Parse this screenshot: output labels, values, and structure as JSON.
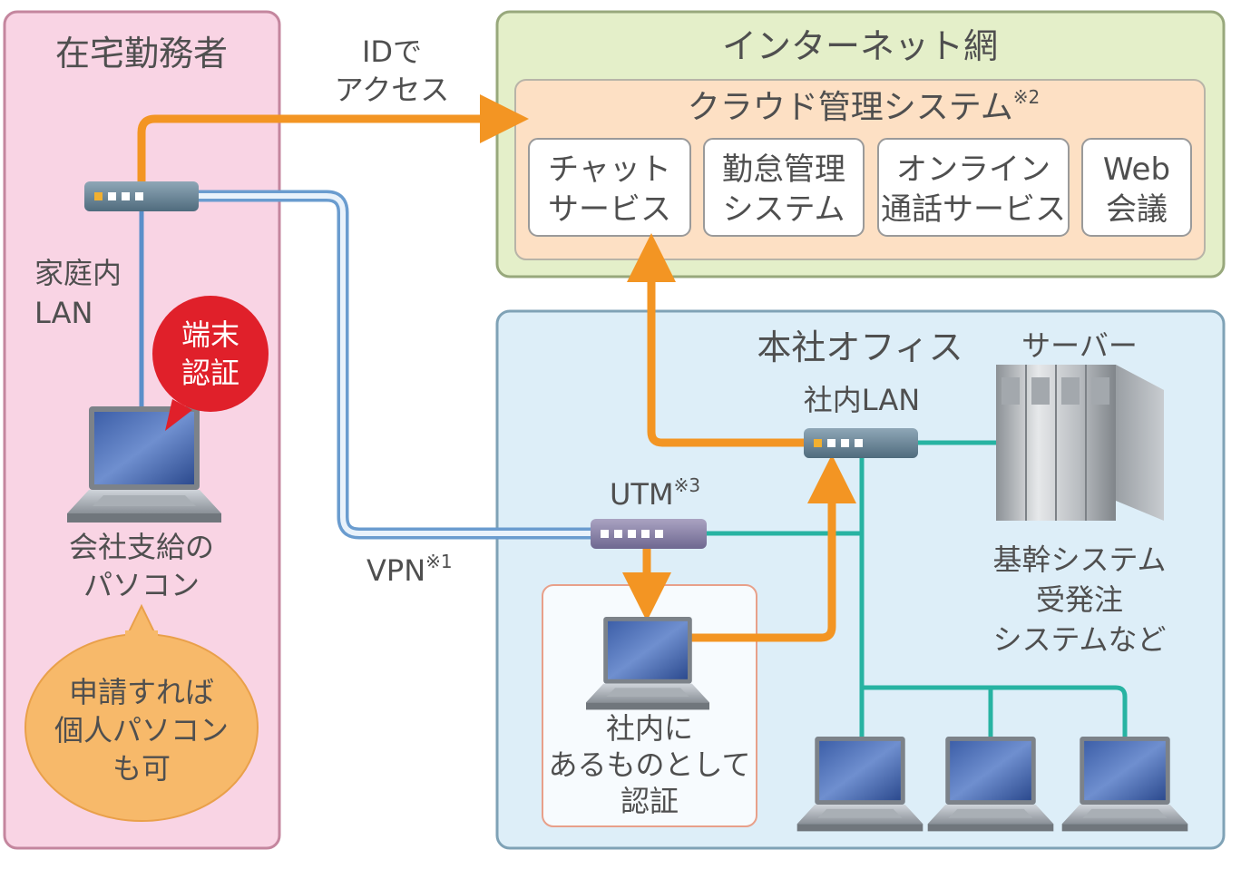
{
  "zones": {
    "home": {
      "title": "在宅勤務者"
    },
    "internet": {
      "title": "インターネット網"
    },
    "office": {
      "title": "本社オフィス"
    }
  },
  "cloud": {
    "title": "クラウド管理システム",
    "note": "※2",
    "services": [
      {
        "line1": "チャット",
        "line2": "サービス"
      },
      {
        "line1": "勤怠管理",
        "line2": "システム"
      },
      {
        "line1": "オンライン",
        "line2": "通話サービス"
      },
      {
        "line1": "Web",
        "line2": "会議"
      }
    ]
  },
  "labels": {
    "id_access_1": "IDで",
    "id_access_2": "アクセス",
    "home_lan_1": "家庭内",
    "home_lan_2": "LAN",
    "auth_1": "端末",
    "auth_2": "認証",
    "company_pc_1": "会社支給の",
    "company_pc_2": "パソコン",
    "personal_1": "申請すれば",
    "personal_2": "個人パソコン",
    "personal_3": "も可",
    "vpn": "VPN",
    "vpn_note": "※1",
    "utm": "UTM",
    "utm_note": "※3",
    "office_lan": "社内LAN",
    "server": "サーバー",
    "core_1": "基幹システム",
    "core_2": "受発注",
    "core_3": "システムなど",
    "internal_1": "社内に",
    "internal_2": "あるものとして",
    "internal_3": "認証"
  },
  "icons": [
    "router-icon",
    "laptop-icon",
    "server-icon",
    "utm-icon"
  ],
  "colors": {
    "home_bg": "#f9d4e4",
    "internet_bg": "#e4efc9",
    "office_bg": "#ddeef8",
    "cloud_bg": "#fde0c4",
    "orange": "#f39523",
    "teal": "#27b3a2",
    "vpn_blue": "#6a9ccf",
    "red": "#e0202a",
    "bubble": "#f7b96a"
  }
}
